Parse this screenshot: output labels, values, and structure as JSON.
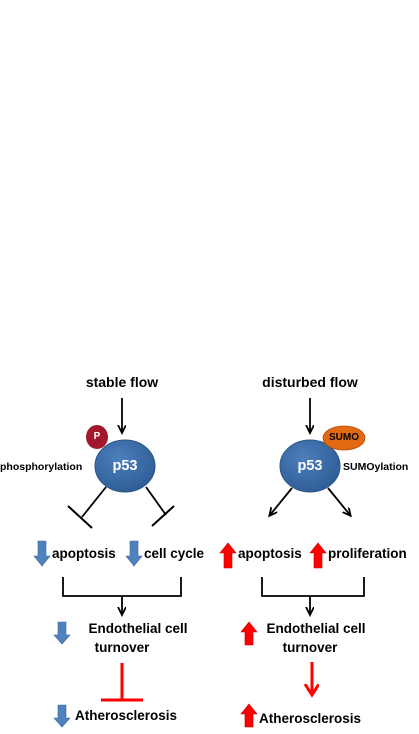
{
  "left_panel": {
    "stimulus": "stable flow",
    "modification_badge": "P",
    "modification_label": "phosphorylation",
    "protein": "p53",
    "effect_1": "apoptosis",
    "effect_2": "cell cycle",
    "turnover_line1": "Endothelial cell",
    "turnover_line2": "turnover",
    "outcome": "Atherosclerosis",
    "arrow_direction": "down",
    "arrow_color": "#4f81bd"
  },
  "right_panel": {
    "stimulus": "disturbed flow",
    "modification_badge": "SUMO",
    "modification_label": "SUMOylation",
    "protein": "p53",
    "effect_1": "apoptosis",
    "effect_2": "proliferation",
    "turnover_line1": "Endothelial cell",
    "turnover_line2": "turnover",
    "outcome": "Atherosclerosis",
    "arrow_direction": "up",
    "arrow_color": "#ff0000"
  },
  "colors": {
    "p53_fill": "#3a6aa8",
    "phospho_badge": "#a3172e",
    "sumo_badge": "#e36a12",
    "inhibition_red": "#ff0000",
    "connector": "#000000"
  }
}
